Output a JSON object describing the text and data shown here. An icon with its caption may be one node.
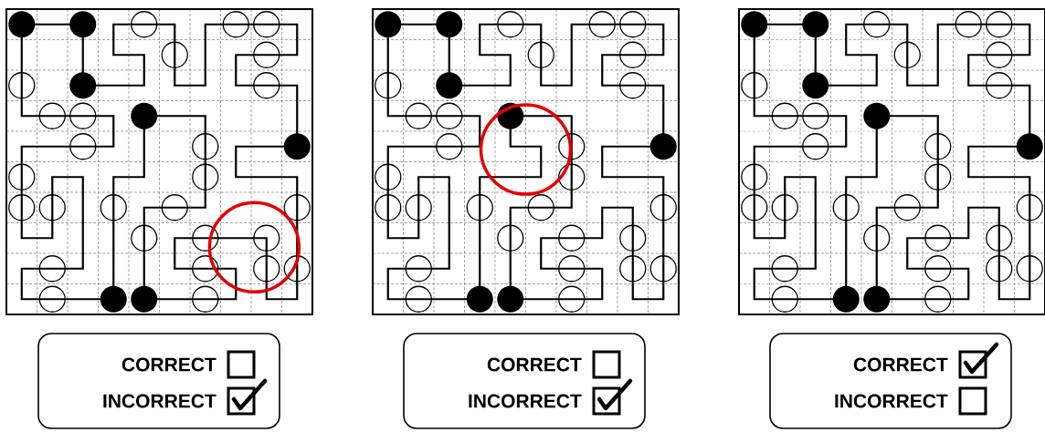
{
  "diagram": {
    "nodes": [
      {
        "text": [
          "CORRECT",
          "INCORRECT"
        ]
      },
      {
        "text": [
          "CORRECT",
          "INCORRECT"
        ]
      },
      {
        "text": [
          "CORRECT",
          "INCORRECT"
        ]
      }
    ]
  }
}
